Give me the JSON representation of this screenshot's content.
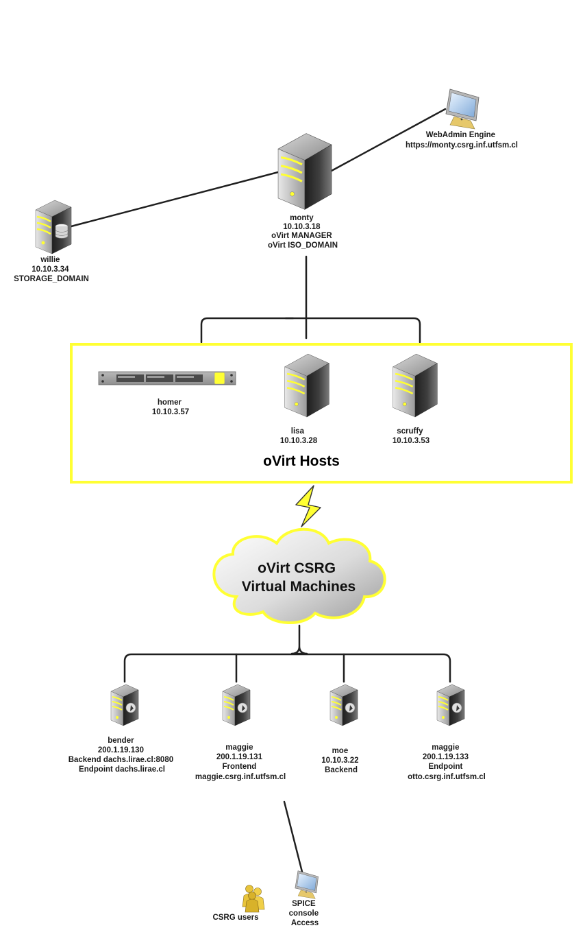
{
  "colors": {
    "accent": "#ffff33",
    "server_dark": "#3b3b3b",
    "server_light": "#c2c2c2",
    "wire": "#1f1f1f"
  },
  "nodes": {
    "webadmin": {
      "icon": "monitor-icon",
      "lines": [
        "WebAdmin Engine",
        "https://monty.csrg.inf.utfsm.cl"
      ]
    },
    "monty": {
      "icon": "tower-server-icon",
      "lines": [
        "monty",
        "10.10.3.18",
        "oVirt MANAGER",
        "oVirt ISO_DOMAIN"
      ]
    },
    "willie": {
      "icon": "storage-server-icon",
      "lines": [
        "willie",
        "10.10.3.34",
        "STORAGE_DOMAIN"
      ]
    },
    "homer": {
      "icon": "rack-server-icon",
      "lines": [
        "homer",
        "10.10.3.57"
      ]
    },
    "lisa": {
      "icon": "tower-server-icon",
      "lines": [
        "lisa",
        "10.10.3.28"
      ]
    },
    "scruffy": {
      "icon": "tower-server-icon",
      "lines": [
        "scruffy",
        "10.10.3.53"
      ]
    },
    "bender": {
      "icon": "vm-server-icon",
      "lines": [
        "bender",
        "200.1.19.130",
        "Backend dachs.lirae.cl:8080",
        "Endpoint dachs.lirae.cl"
      ]
    },
    "maggie1": {
      "icon": "vm-server-icon",
      "lines": [
        "maggie",
        "200.1.19.131",
        "Frontend",
        "maggie.csrg.inf.utfsm.cl"
      ]
    },
    "moe": {
      "icon": "vm-server-icon",
      "lines": [
        "moe",
        "10.10.3.22",
        "Backend"
      ]
    },
    "maggie2": {
      "icon": "vm-server-icon",
      "lines": [
        "maggie",
        "200.1.19.133",
        "Endpoint",
        "otto.csrg.inf.utfsm.cl"
      ]
    },
    "users": {
      "icon": "users-icon",
      "lines": [
        "CSRG users"
      ]
    },
    "spice": {
      "icon": "monitor-icon",
      "lines": [
        "SPICE",
        "console",
        "Access"
      ]
    }
  },
  "hosts_group": {
    "title": "oVirt Hosts"
  },
  "cloud": {
    "icon": "cloud-icon",
    "lines": [
      "oVirt CSRG",
      "Virtual Machines"
    ]
  }
}
